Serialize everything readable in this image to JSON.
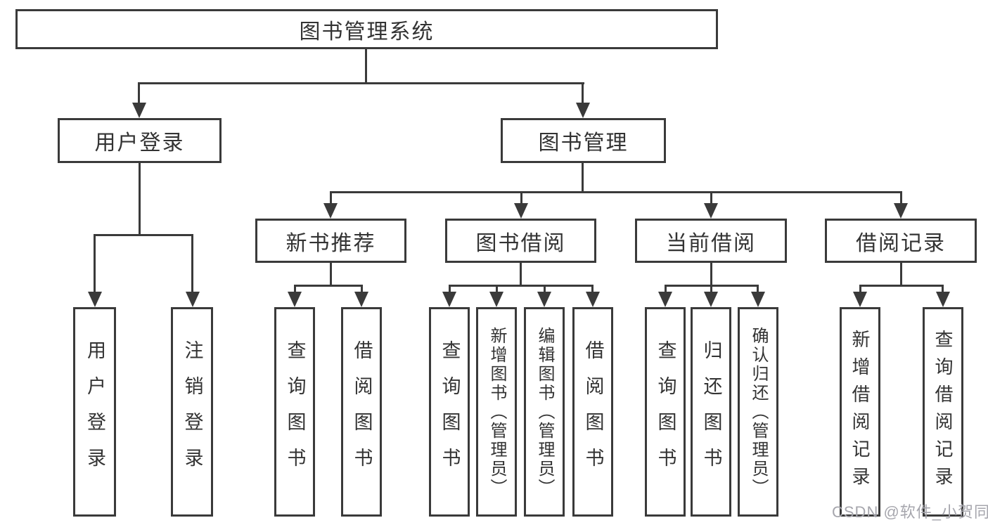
{
  "tree": {
    "root": {
      "label": "图书管理系统"
    },
    "branches": [
      {
        "label": "用户登录",
        "leaves": [
          {
            "label": "用户登录"
          },
          {
            "label": "注销登录"
          }
        ]
      },
      {
        "label": "图书管理",
        "groups": [
          {
            "label": "新书推荐",
            "leaves": [
              {
                "label": "查询图书"
              },
              {
                "label": "借阅图书"
              }
            ]
          },
          {
            "label": "图书借阅",
            "leaves": [
              {
                "label": "查询图书"
              },
              {
                "label": "新增图书（管理员）"
              },
              {
                "label": "编辑图书（管理员）"
              },
              {
                "label": "借阅图书"
              }
            ]
          },
          {
            "label": "当前借阅",
            "leaves": [
              {
                "label": "查询图书"
              },
              {
                "label": "归还图书"
              },
              {
                "label": "确认归还（管理员）"
              }
            ]
          },
          {
            "label": "借阅记录",
            "leaves": [
              {
                "label": "新增借阅记录"
              },
              {
                "label": "查询借阅记录"
              }
            ]
          }
        ]
      }
    ]
  },
  "watermark": {
    "text": "CSDN @软件_小贺同学"
  },
  "colors": {
    "line": "#3a3a3a",
    "text": "#333333",
    "watermark": "#a6a6ad",
    "background": "#ffffff"
  }
}
